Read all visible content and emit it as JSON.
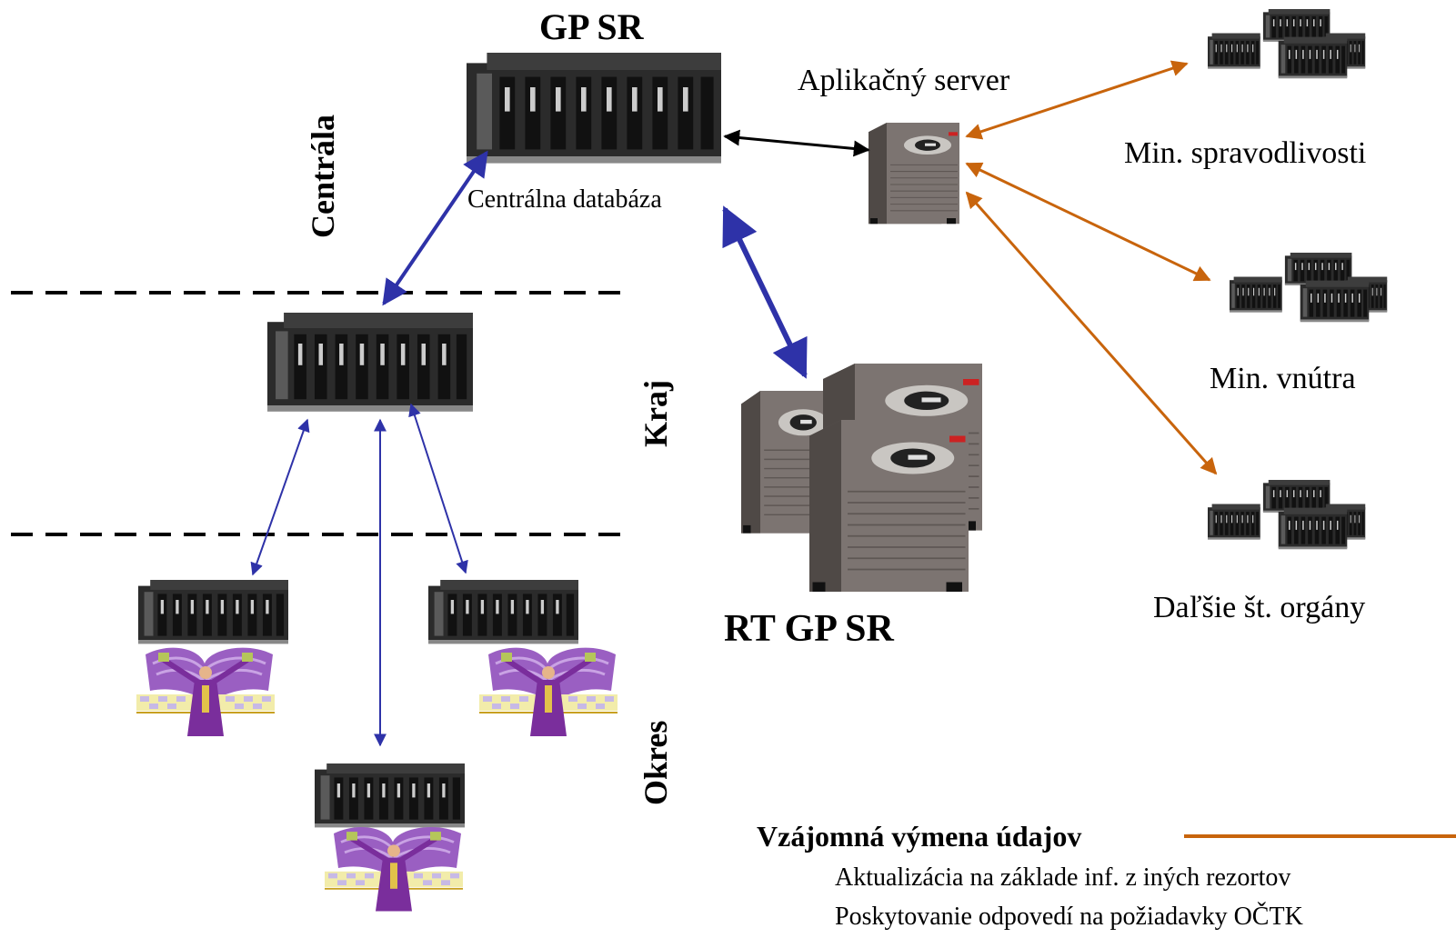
{
  "labels": {
    "gp_sr": "GP SR",
    "central_db": "Centrálna databáza",
    "app_server": "Aplikačný server",
    "min_justice": "Min. spravodlivosti",
    "min_interior": "Min. vnútra",
    "other_organs": "Daľšie št. orgány",
    "rt_gp_sr": "RT GP SR",
    "centrala": "Centrála",
    "kraj": "Kraj",
    "okres": "Okres"
  },
  "legend": {
    "title": "Vzájomná výmena údajov",
    "line1": "Aktualizácia na základe inf. z iných rezortov",
    "line2": "Poskytovanie odpovedí na požiadavky OČTK"
  },
  "colors": {
    "orange": "#c8640c",
    "blue": "#2e32a8",
    "black": "#000000",
    "server_dark": "#2b2b2b",
    "figure_purple": "#9a5fc2"
  },
  "icons": {
    "rack": "rack-server-icon",
    "tower": "tower-server-icon",
    "cluster": "server-cluster-icon",
    "figure": "justice-figure-icon"
  }
}
